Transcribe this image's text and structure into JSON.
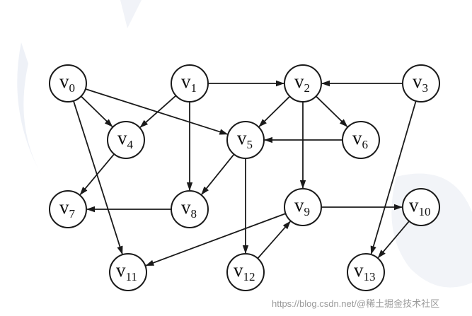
{
  "nodes": [
    {
      "id": "v0",
      "main": "v",
      "sub": "0"
    },
    {
      "id": "v1",
      "main": "v",
      "sub": "1"
    },
    {
      "id": "v2",
      "main": "v",
      "sub": "2"
    },
    {
      "id": "v3",
      "main": "v",
      "sub": "3"
    },
    {
      "id": "v4",
      "main": "v",
      "sub": "4"
    },
    {
      "id": "v5",
      "main": "v",
      "sub": "5"
    },
    {
      "id": "v6",
      "main": "v",
      "sub": "6"
    },
    {
      "id": "v7",
      "main": "v",
      "sub": "7"
    },
    {
      "id": "v8",
      "main": "v",
      "sub": "8"
    },
    {
      "id": "v9",
      "main": "v",
      "sub": "9"
    },
    {
      "id": "v10",
      "main": "v",
      "sub": "10"
    },
    {
      "id": "v11",
      "main": "v",
      "sub": "11"
    },
    {
      "id": "v12",
      "main": "v",
      "sub": "12"
    },
    {
      "id": "v13",
      "main": "v",
      "sub": "13"
    }
  ],
  "edges": [
    {
      "from": "v0",
      "to": "v4"
    },
    {
      "from": "v0",
      "to": "v5"
    },
    {
      "from": "v0",
      "to": "v11"
    },
    {
      "from": "v1",
      "to": "v2"
    },
    {
      "from": "v1",
      "to": "v4"
    },
    {
      "from": "v1",
      "to": "v8"
    },
    {
      "from": "v3",
      "to": "v2"
    },
    {
      "from": "v3",
      "to": "v13"
    },
    {
      "from": "v2",
      "to": "v5"
    },
    {
      "from": "v2",
      "to": "v6"
    },
    {
      "from": "v2",
      "to": "v9"
    },
    {
      "from": "v6",
      "to": "v5"
    },
    {
      "from": "v4",
      "to": "v7"
    },
    {
      "from": "v5",
      "to": "v8"
    },
    {
      "from": "v5",
      "to": "v12"
    },
    {
      "from": "v8",
      "to": "v7"
    },
    {
      "from": "v9",
      "to": "v10"
    },
    {
      "from": "v9",
      "to": "v11"
    },
    {
      "from": "v12",
      "to": "v9"
    },
    {
      "from": "v10",
      "to": "v13"
    }
  ],
  "watermark": {
    "text": "https://blog.csdn.net/@稀土掘金技术社区"
  },
  "colors": {
    "stroke": "#1a1a1a",
    "background": "#ffffff",
    "watermark_text": "#9a9a9a",
    "watermark_shape": "#eef1f7"
  }
}
